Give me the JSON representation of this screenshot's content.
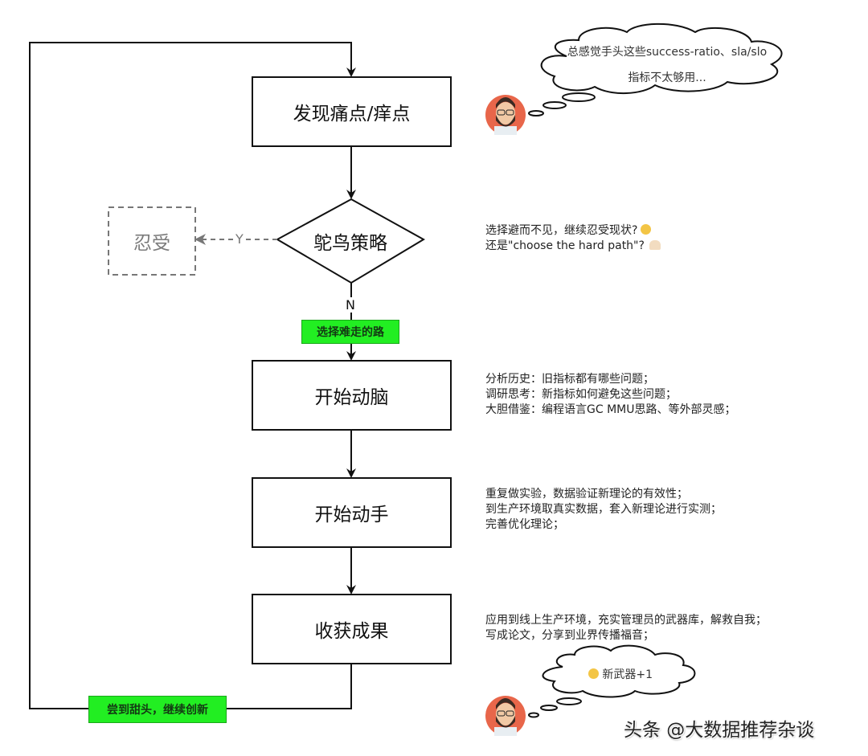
{
  "nodes": {
    "discover": "发现痛点/痒点",
    "ostrich": "鸵鸟策略",
    "endure": "忍受",
    "think": "开始动脑",
    "act": "开始动手",
    "harvest": "收获成果"
  },
  "edges": {
    "yes_label": "Y",
    "no_label": "N",
    "hard_path_label": "选择难走的路",
    "loop_label": "尝到甜头，继续创新"
  },
  "notes": {
    "cloud_top": [
      "总感觉手头这些success-ratio、sla/slo",
      "指标不太够用..."
    ],
    "ostrich": [
      "选择避而不见，继续忍受现状?",
      "还是\"choose the hard path\"?"
    ],
    "think": [
      "分析历史：旧指标都有哪些问题；",
      "调研思考：新指标如何避免这些问题；",
      "大胆借鉴：编程语言GC MMU思路、等外部灵感；"
    ],
    "act": [
      "重复做实验，数据验证新理论的有效性；",
      "到生产环境取真实数据，套入新理论进行实测；",
      "完善优化理论；"
    ],
    "harvest": [
      "应用到线上生产环境，充实管理员的武器库，解救自我；",
      "写成论文，分享到业界传播福音；"
    ],
    "cloud_bottom": "新武器+1"
  },
  "watermark": "头条 @大数据推荐杂谈",
  "colors": {
    "label_green": "#22ee22",
    "avatar_bg": "#e8664a",
    "line": "#111111",
    "dashed": "#7a7a7a"
  }
}
